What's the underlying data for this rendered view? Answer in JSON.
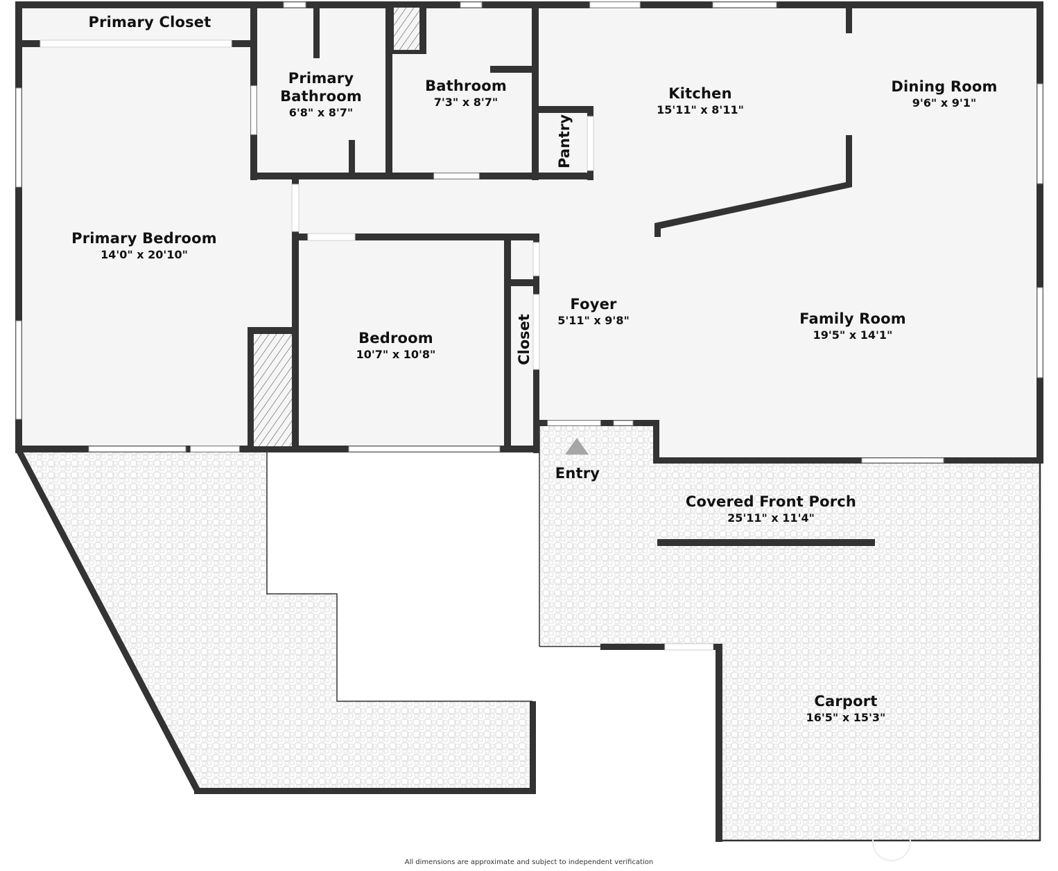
{
  "plan": {
    "colors": {
      "wall": "#333333",
      "floor": "#f5f5f5",
      "background": "#ffffff",
      "tile_line": "#dcdcdc",
      "entry_marker": "#a6a6a6"
    },
    "rooms": [
      {
        "id": "primary-closet",
        "name": "Primary Closet",
        "dims": ""
      },
      {
        "id": "primary-bathroom",
        "name_line1": "Primary",
        "name_line2": "Bathroom",
        "dims": "6'8\" x 8'7\""
      },
      {
        "id": "bathroom",
        "name": "Bathroom",
        "dims": "7'3\" x 8'7\""
      },
      {
        "id": "kitchen",
        "name": "Kitchen",
        "dims": "15'11\" x 8'11\""
      },
      {
        "id": "pantry",
        "name": "Pantry",
        "dims": ""
      },
      {
        "id": "dining-room",
        "name": "Dining Room",
        "dims": "9'6\" x 9'1\""
      },
      {
        "id": "primary-bedroom",
        "name": "Primary Bedroom",
        "dims": "14'0\" x 20'10\""
      },
      {
        "id": "bedroom",
        "name": "Bedroom",
        "dims": "10'7\" x 10'8\""
      },
      {
        "id": "closet",
        "name": "Closet",
        "dims": ""
      },
      {
        "id": "foyer",
        "name": "Foyer",
        "dims": "5'11\" x 9'8\""
      },
      {
        "id": "family-room",
        "name": "Family Room",
        "dims": "19'5\" x 14'1\""
      },
      {
        "id": "entry",
        "name": "Entry",
        "dims": ""
      },
      {
        "id": "covered-front-porch",
        "name": "Covered Front Porch",
        "dims": "25'11\" x 11'4\""
      },
      {
        "id": "carport",
        "name": "Carport",
        "dims": "16'5\" x 15'3\""
      }
    ],
    "entry_marker_icon": "triangle-up",
    "disclaimer": "All dimensions are approximate and subject to independent verification"
  }
}
